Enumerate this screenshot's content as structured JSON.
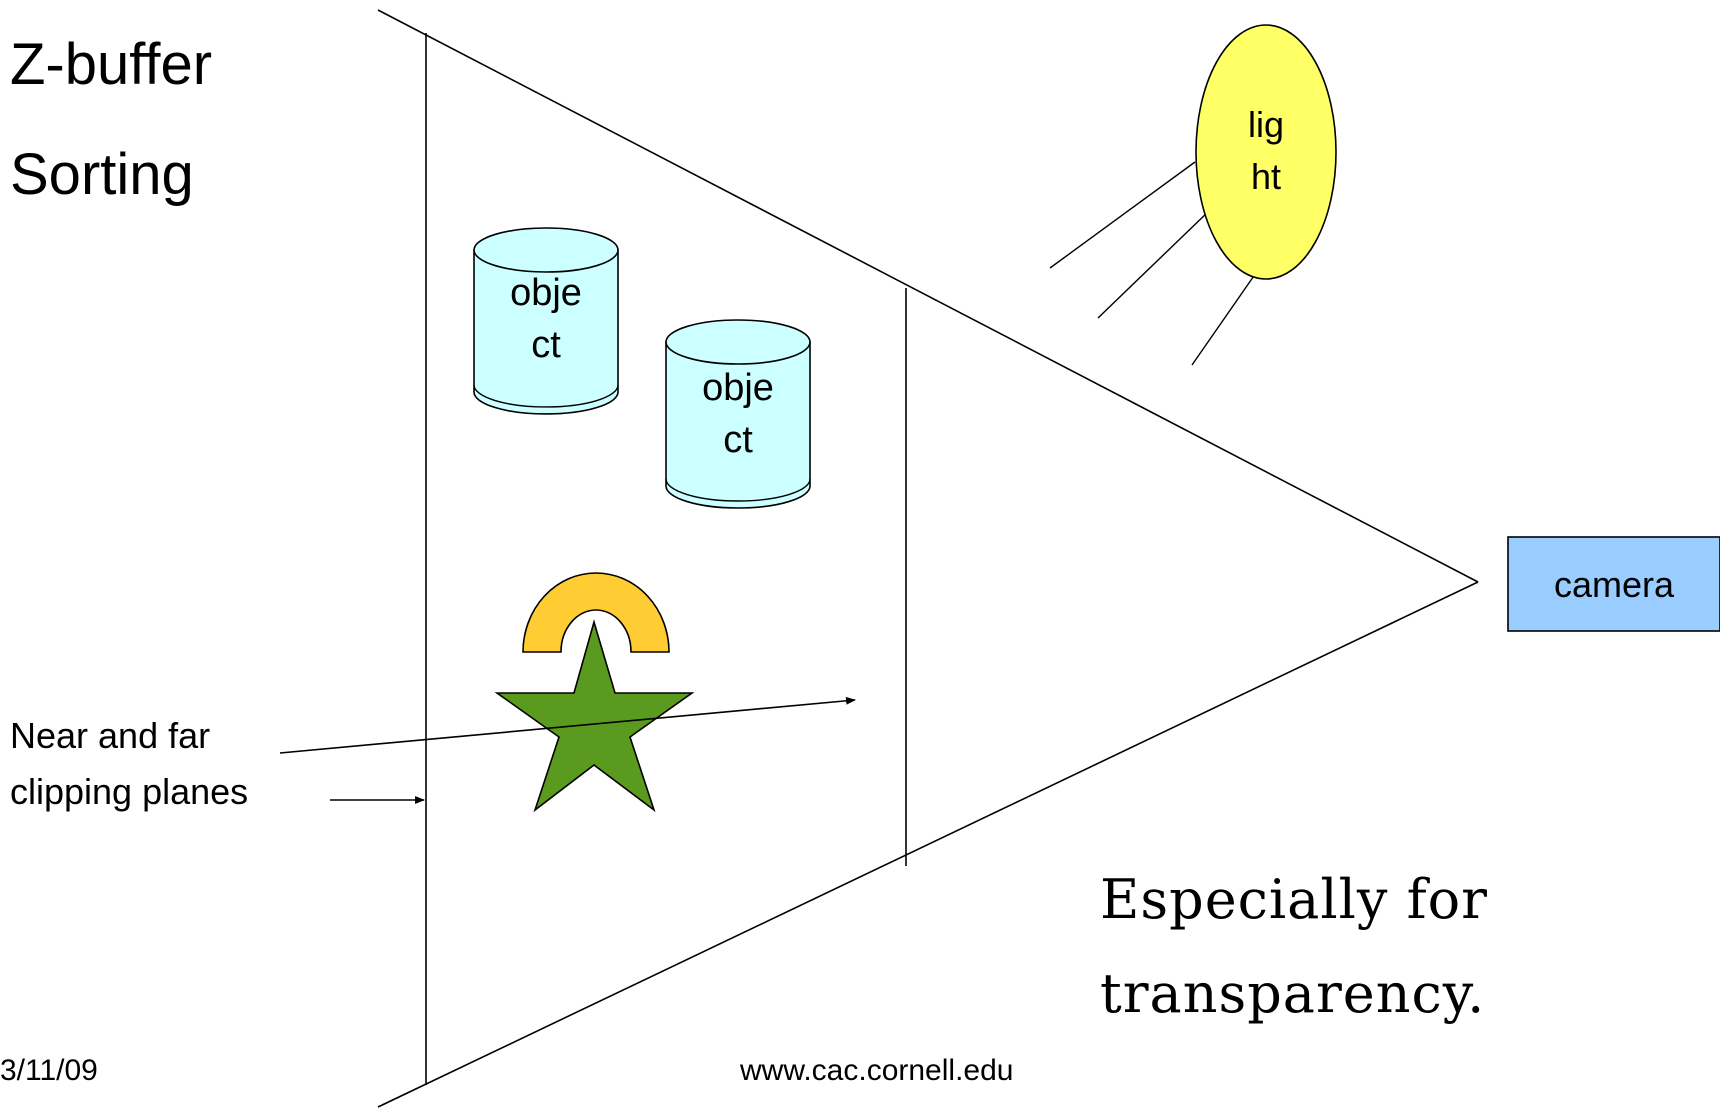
{
  "title_lines": [
    "Z-buffer",
    "Sorting"
  ],
  "light": {
    "label_lines": [
      "lig",
      "ht"
    ],
    "fill": "#ffff66"
  },
  "objects": [
    {
      "label_lines": [
        "obje",
        "ct"
      ]
    },
    {
      "label_lines": [
        "obje",
        "ct"
      ]
    }
  ],
  "object_fill": "#ccffff",
  "camera": {
    "label": "camera",
    "fill": "#99ccff"
  },
  "arch_fill": "#ffcc33",
  "star_fill": "#5a9a1e",
  "clipping_label_lines": [
    "Near and far",
    "clipping planes"
  ],
  "tagline_lines": [
    "Especially for",
    "transparency."
  ],
  "footer": {
    "date": "3/11/09",
    "url": "www.cac.cornell.edu"
  }
}
